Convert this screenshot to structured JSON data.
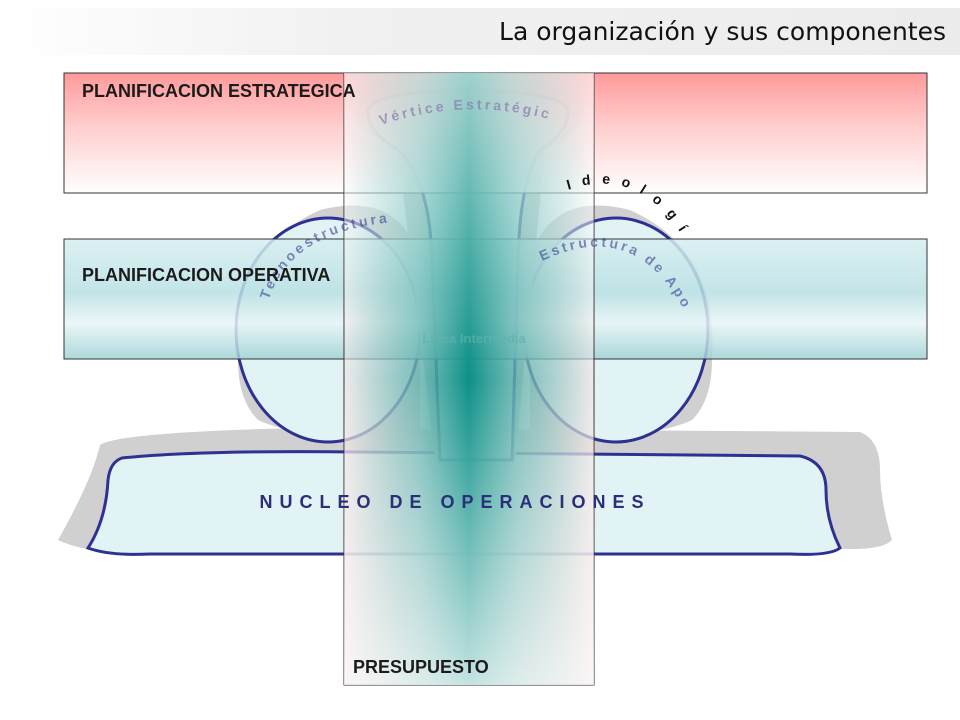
{
  "slide": {
    "title": "La organización y sus componentes"
  },
  "diagram": {
    "band_top": "PLANIFICACION ESTRATEGICA",
    "band_middle": "PLANIFICACION OPERATIVA",
    "column": "PRESUPUESTO",
    "apex": "Vértice Estratégico",
    "technostructure": "Tecnoestructura",
    "support_staff": "Estructura de Apoyo",
    "ideology": "Ideología",
    "middle_line": "Línea Intermedia",
    "operating_core": "NUCLEO DE OPERACIONES"
  },
  "colors": {
    "top_band": "#ff8f8f",
    "middle_band": "#bfe3e6",
    "column": "#f3d8d8",
    "center_beam": "#008b82",
    "outline": "#2e3192",
    "shadow": "#cfcfcf",
    "fill": "#e2f3f6"
  }
}
